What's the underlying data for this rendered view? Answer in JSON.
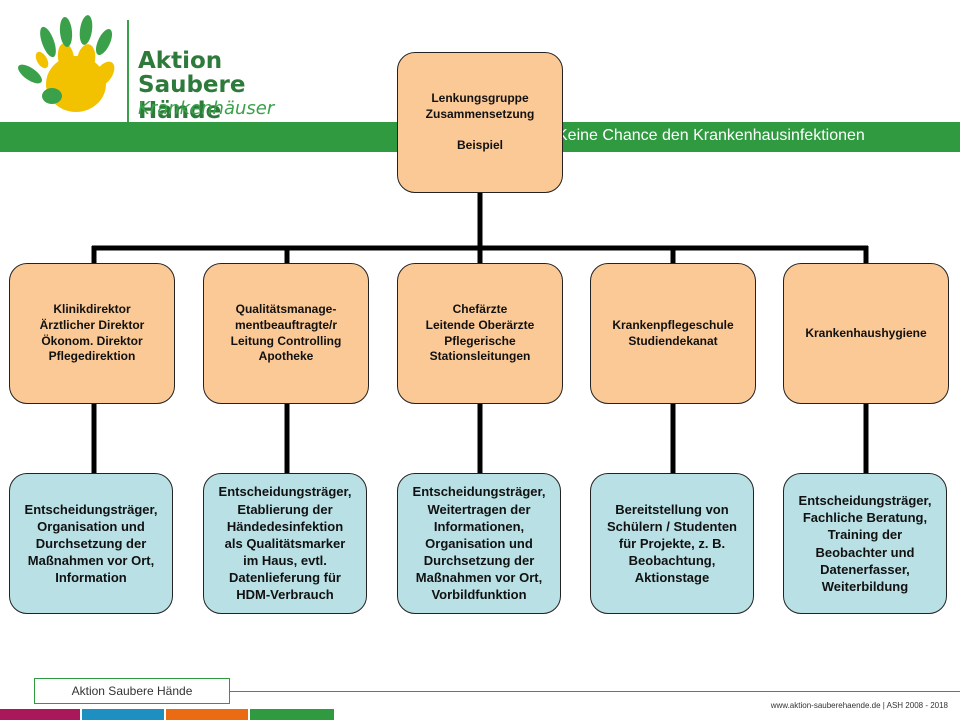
{
  "logo": {
    "line1": "Aktion",
    "line2": "Saubere Hände",
    "line3": "Krankenhäuser",
    "hand_colors": [
      "#3aa14a",
      "#f2c200"
    ]
  },
  "banner": {
    "text": "Keine Chance den Krankenhausinfektionen",
    "color": "#2f9a3f"
  },
  "diagram": {
    "root": {
      "label": "Lenkungsgruppe\nZusammensetzung\n\nBeispiel"
    },
    "columns": [
      {
        "group": "Klinikdirektor\nÄrztlicher Direktor\nÖkonom. Direktor\nPflegedirektion",
        "role": "Entscheidungsträger,\nOrganisation und\nDurchsetzung der\nMaßnahmen vor Ort,\nInformation"
      },
      {
        "group": "Qualitätsmanage-\nmentbeauftragte/r\nLeitung Controlling\nApotheke",
        "role": "Entscheidungsträger,\nEtablierung der\nHändedesinfektion\nals Qualitätsmarker\nim Haus, evtl.\nDatenlieferung für\nHDM-Verbrauch"
      },
      {
        "group": "Chefärzte\nLeitende Oberärzte\nPflegerische\nStationsleitungen",
        "role": "Entscheidungsträger,\nWeitertragen der\nInformationen,\nOrganisation und\nDurchsetzung der\nMaßnahmen vor Ort,\nVorbildfunktion"
      },
      {
        "group": "Krankenpflegeschule\nStudiendekanat",
        "role": "Bereitstellung von\nSchülern / Studenten\nfür Projekte, z. B.\nBeobachtung,\nAktionstage"
      },
      {
        "group": "Krankenhaushygiene",
        "role": "Entscheidungsträger,\nFachliche Beratung,\nTraining der\nBeobachter und\nDatenerfasser,\nWeiterbildung"
      }
    ],
    "colors": {
      "orange_box": "#fbc996",
      "blue_box": "#b9e0e5",
      "connector": "#000000"
    }
  },
  "footer": {
    "tag": "Aktion Saubere Hände",
    "url": "www.aktion-sauberehaende.de  |  ASH 2008 - 2018",
    "strip_colors": [
      "#a8185a",
      "#1d8fc0",
      "#ea6b12",
      "#2f9a3f"
    ]
  }
}
